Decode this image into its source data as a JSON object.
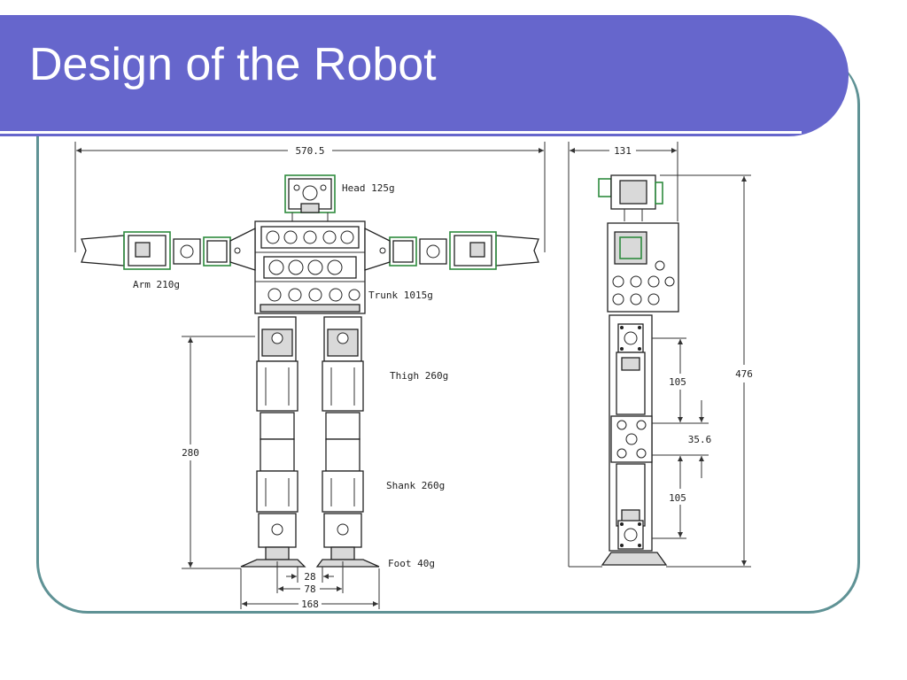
{
  "slide": {
    "title": "Design of the Robot"
  },
  "colors": {
    "title_bar": "#6666cc",
    "frame_border": "#5f9295",
    "servo_outline": "#2e8b3e"
  },
  "front_view": {
    "overall_width": "570.5",
    "leg_height": "280",
    "foot_dims": [
      "28",
      "78",
      "168"
    ],
    "labels": {
      "head": "Head 125g",
      "arm": "Arm 210g",
      "trunk": "Trunk 1015g",
      "thigh": "Thigh 260g",
      "shank": "Shank 260g",
      "foot": "Foot 40g"
    }
  },
  "side_view": {
    "depth": "131",
    "total_height": "476",
    "thigh_length": "105",
    "knee_offset": "35.6",
    "shank_length": "105"
  }
}
